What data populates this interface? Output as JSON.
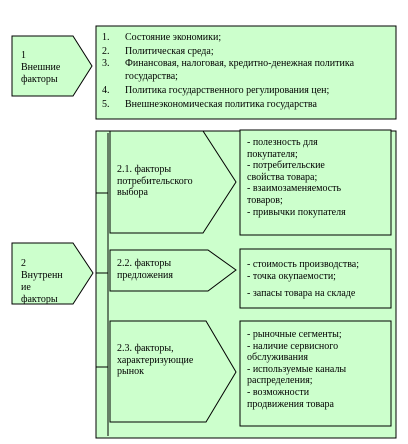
{
  "external": {
    "label_number": "1",
    "label_lines": [
      "Внешние",
      "факторы"
    ],
    "items": [
      {
        "num": "1.",
        "text": "Состояние экономики;"
      },
      {
        "num": "2.",
        "text": "Политическая среда;"
      },
      {
        "num": "3.",
        "text": "Финансовая, налоговая, кредитно-денежная политика государства;"
      },
      {
        "num": "4.",
        "text": "Политика государственного регулирования цен;"
      },
      {
        "num": "5.",
        "text": "Внешнеэкономическая политика государства"
      }
    ]
  },
  "internal": {
    "label_number": "2",
    "label_lines": [
      "Внутренн",
      "ие",
      "факторы"
    ],
    "groups": [
      {
        "title_lines": [
          "2.1. факторы",
          "потребительского",
          "выбора"
        ],
        "items": [
          "- полезность для",
          "покупателя;",
          "- потребительские",
          "свойства товара;",
          "- взаимозаменяемость",
          "товаров;",
          "- привычки покупателя"
        ]
      },
      {
        "title_lines": [
          "2.2. факторы",
          "предложения"
        ],
        "items": [
          "- стоимость производства;",
          "- точка окупаемости;",
          "",
          "- запасы товара на складе"
        ]
      },
      {
        "title_lines": [
          "2.3. факторы,",
          "характеризующие",
          "рынок"
        ],
        "items": [
          "- рыночные сегменты;",
          "- наличие сервисного",
          "обслуживания",
          "- используемые каналы",
          "распределения;",
          "- возможности",
          "продвижения товара"
        ]
      }
    ]
  },
  "colors": {
    "box_fill": "#ccffcc",
    "stroke": "#000000",
    "background": "#ffffff"
  }
}
